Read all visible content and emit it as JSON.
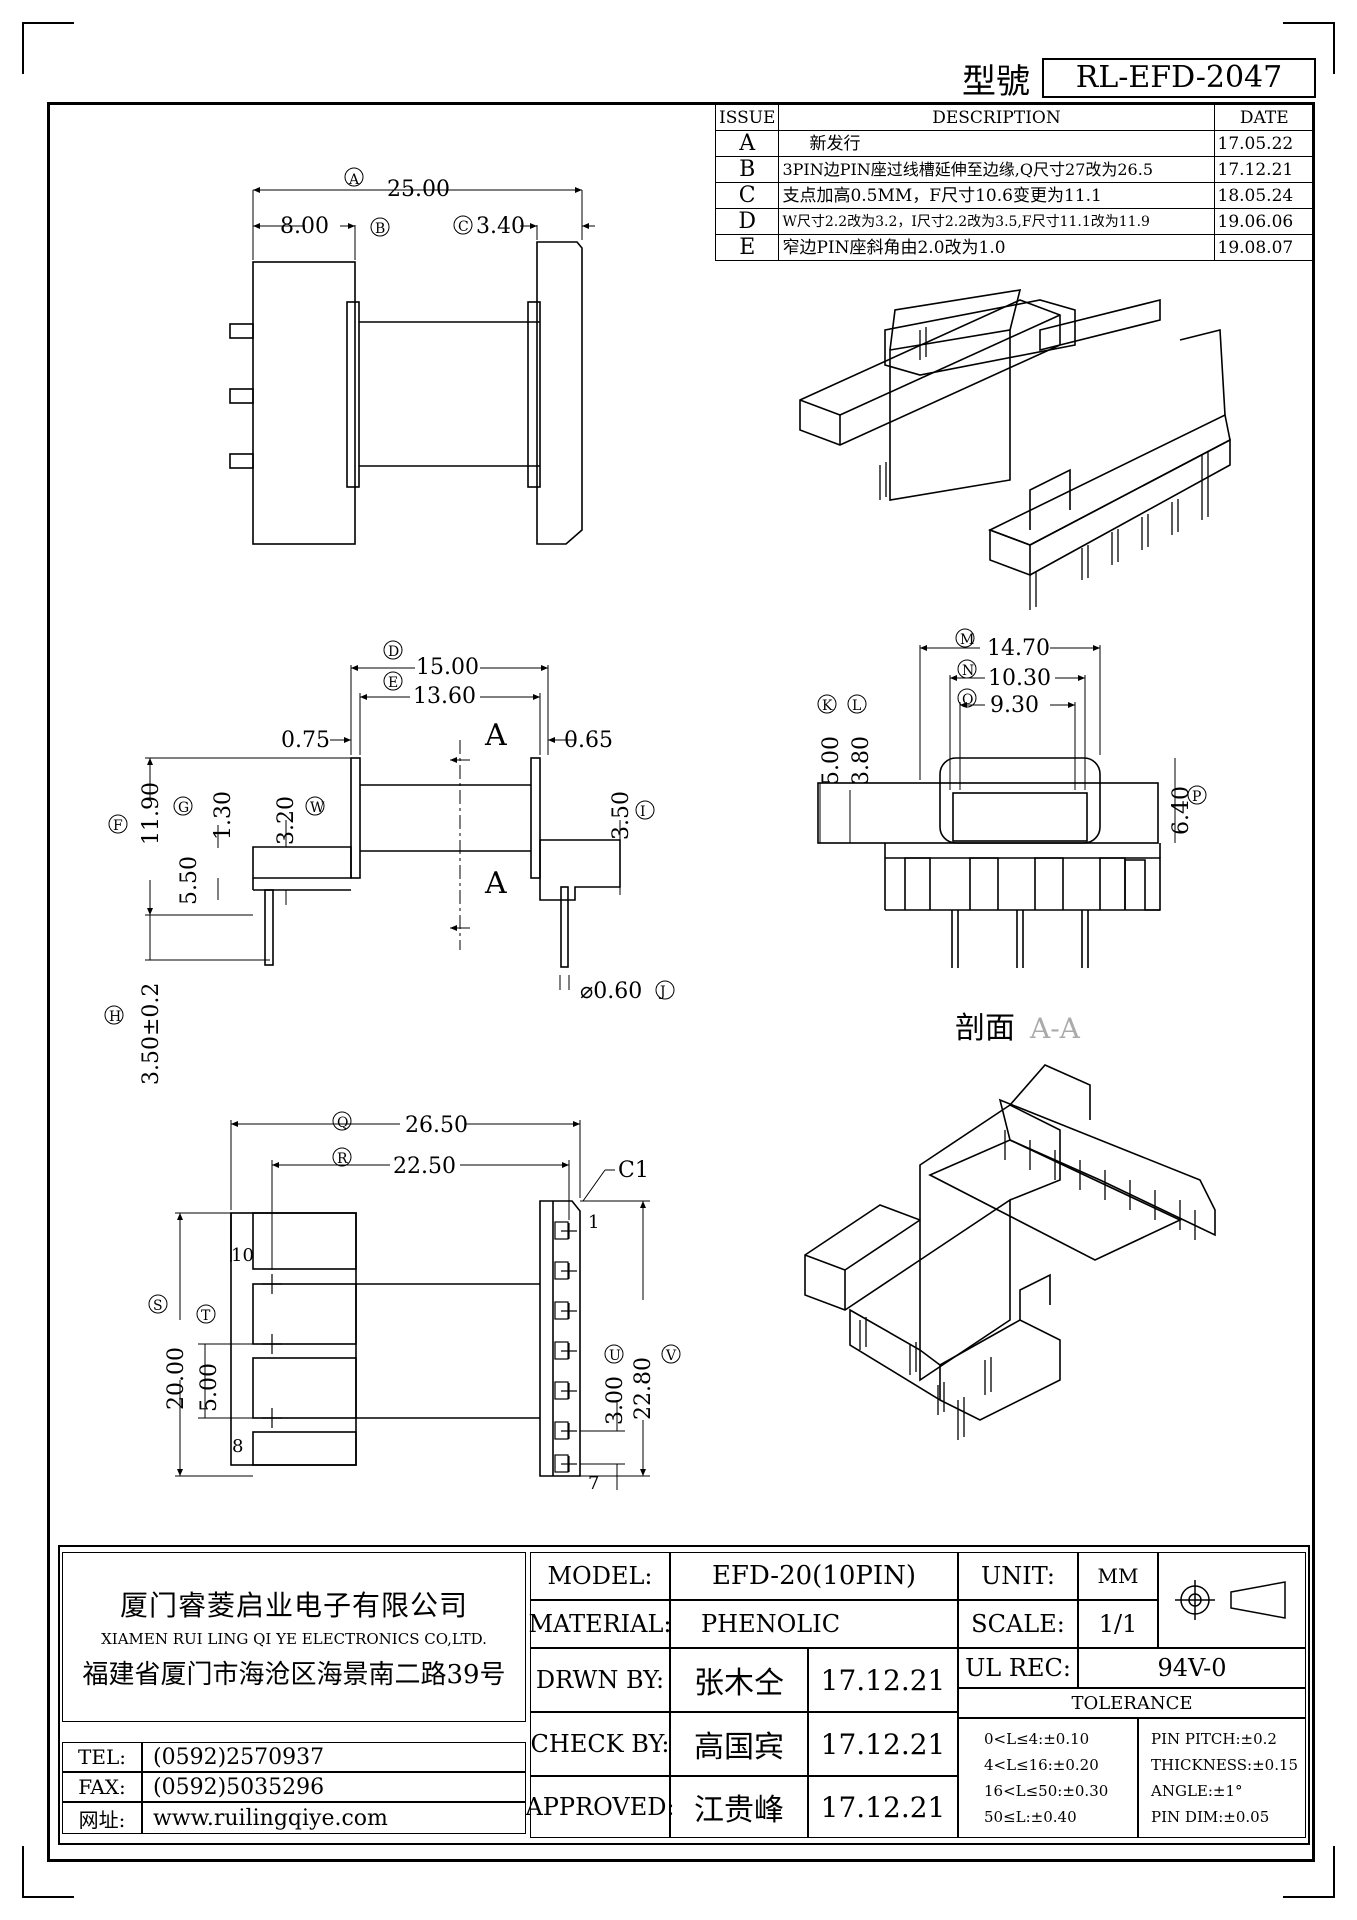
{
  "header": {
    "model_label": "型號",
    "model_value": "RL-EFD-2047"
  },
  "revisions": {
    "headers": [
      "ISSUE",
      "DESCRIPTION",
      "DATE"
    ],
    "rows": [
      {
        "issue": "A",
        "desc": "新发行",
        "date": "17.05.22"
      },
      {
        "issue": "B",
        "desc": "3PIN边PIN座过线槽延伸至边缘,Q尺寸27改为26.5",
        "date": "17.12.21"
      },
      {
        "issue": "C",
        "desc": "支点加高0.5MM，F尺寸10.6变更为11.1",
        "date": "18.05.24"
      },
      {
        "issue": "D",
        "desc": "W尺寸2.2改为3.2，I尺寸2.2改为3.5,F尺寸11.1改为11.9",
        "date": "19.06.06"
      },
      {
        "issue": "E",
        "desc": "窄边PIN座斜角由2.0改为1.0",
        "date": "19.08.07"
      }
    ]
  },
  "dims": {
    "A": "A",
    "A_val": "25.00",
    "B": "B",
    "B_val": "8.00",
    "C": "C",
    "C_val": "3.40",
    "D": "D",
    "D_val": "15.00",
    "E": "E",
    "E_val": "13.60",
    "left_gap": "0.75",
    "right_gap": "0.65",
    "F": "F",
    "F_val": "11.90",
    "G": "G",
    "G_val": "1.30",
    "W": "W",
    "W_val": "3.20",
    "I": "I",
    "I_val": "3.50",
    "H": "H",
    "H_val": "3.50±0.2",
    "J": "J",
    "J_val": "⌀0.60",
    "base_h": "5.50",
    "section_label": "A",
    "M": "M",
    "M_val": "14.70",
    "N": "N",
    "N_val": "10.30",
    "O": "O",
    "O_val": "9.30",
    "K": "K",
    "K_val": "5.00",
    "L": "L",
    "L_val": "3.80",
    "P": "P",
    "P_val": "6.40",
    "section_caption": "剖面",
    "section_aa": "A-A",
    "Q": "Q",
    "Q_val": "26.50",
    "R": "R",
    "R_val": "22.50",
    "C1": "C1",
    "S": "S",
    "S_val": "20.00",
    "T": "T",
    "T_val": "5.00",
    "U": "U",
    "U_val": "3.00",
    "V": "V",
    "V_val": "22.80",
    "pin1": "1",
    "pin7": "7",
    "pin8": "8",
    "pin10": "10"
  },
  "title_block": {
    "company_cn": "厦门睿菱启业电子有限公司",
    "company_en": "XIAMEN RUI LING QI YE ELECTRONICS CO,LTD.",
    "address": "福建省厦门市海沧区海景南二路39号",
    "tel_label": "TEL:",
    "tel": "(0592)2570937",
    "fax_label": "FAX:",
    "fax": "(0592)5035296",
    "web_label": "网址:",
    "web": "www.ruilingqiye.com",
    "model_label": "MODEL:",
    "model": "EFD-20(10PIN)",
    "material_label": "MATERIAL:",
    "material": "PHENOLIC",
    "drawn_label": "DRWN BY:",
    "drawn_by": "张木仝",
    "drawn_date": "17.12.21",
    "check_label": "CHECK BY:",
    "check_by": "高国宾",
    "check_date": "17.12.21",
    "approved_label": "APPROVED:",
    "approved_by": "江贵峰",
    "approved_date": "17.12.21",
    "unit_label": "UNIT:",
    "unit": "MM",
    "scale_label": "SCALE:",
    "scale": "1/1",
    "ul_label": "UL REC:",
    "ul": "94V-0",
    "tolerance_label": "TOLERANCE",
    "tol_left": [
      "0<L≤4:±0.10",
      "4<L≤16:±0.20",
      "16<L≤50:±0.30",
      "50≤L:±0.40"
    ],
    "tol_right": [
      "PIN PITCH:±0.2",
      "THICKNESS:±0.15",
      "ANGLE:±1°",
      "PIN DIM:±0.05"
    ]
  }
}
